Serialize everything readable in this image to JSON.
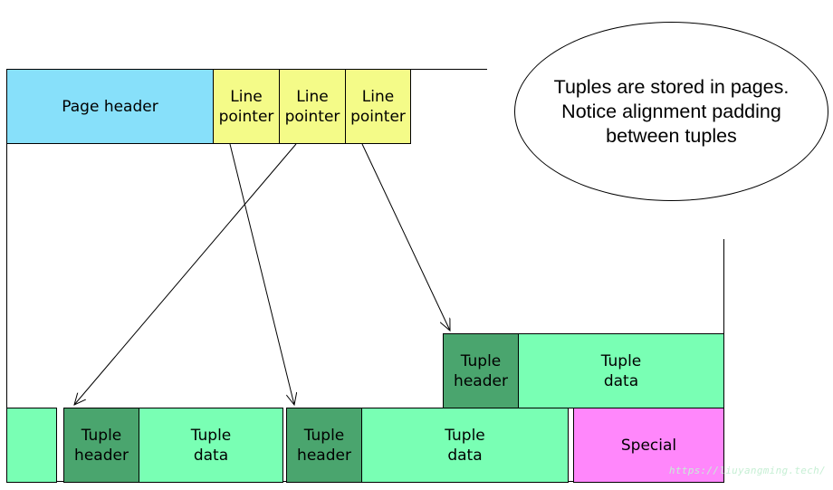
{
  "page_header": {
    "label": "Page header"
  },
  "line_pointers": [
    {
      "label": "Line\npointer"
    },
    {
      "label": "Line\npointer"
    },
    {
      "label": "Line\npointer"
    }
  ],
  "tuples": [
    {
      "header": "Tuple\nheader",
      "data": "Tuple\ndata"
    },
    {
      "header": "Tuple\nheader",
      "data": "Tuple\ndata"
    },
    {
      "header": "Tuple\nheader",
      "data": "Tuple\ndata"
    }
  ],
  "special": {
    "label": "Special"
  },
  "note": "Tuples are stored in pages.\nNotice alignment padding\nbetween tuples",
  "watermark": "https://liuyangming.tech/",
  "colors": {
    "page_header": "#87e0fa",
    "line_pointer": "#f4fb88",
    "tuple_header": "#4aa56e",
    "tuple_data": "#79ffb4",
    "special": "#ff87fb",
    "watermark": "#c6efd4"
  }
}
